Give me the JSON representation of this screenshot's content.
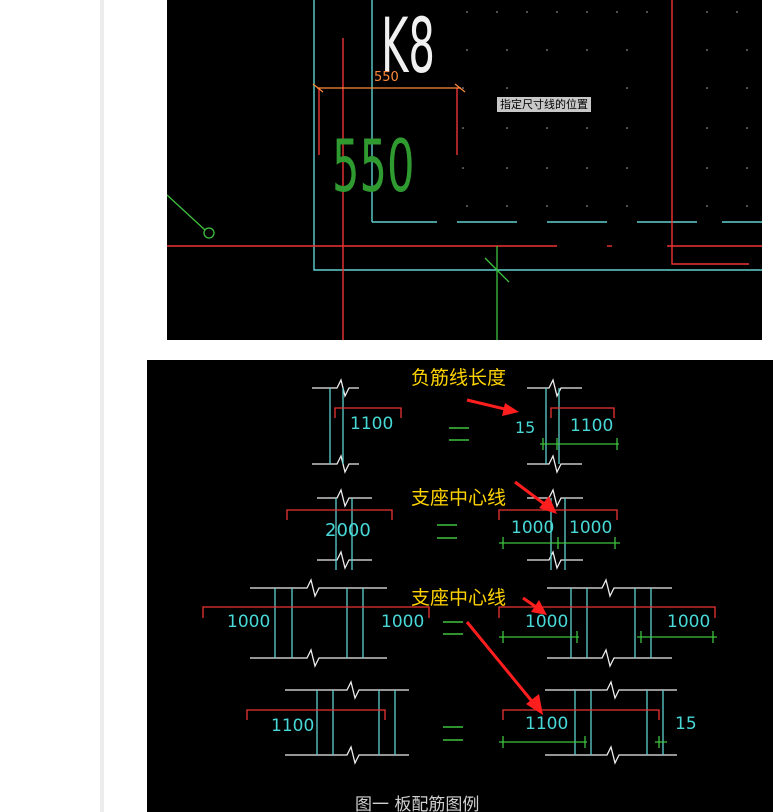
{
  "top_drawing": {
    "title": "K8",
    "dim_small": "550",
    "dim_large": "550",
    "tooltip": "指定尺寸线的位置"
  },
  "legend_drawing": {
    "annotations": [
      "负筋线长度",
      "支座中心线",
      "支座中心线"
    ],
    "labels": {
      "r1_left": "1100",
      "r1_right_a": "15",
      "r1_right_b": "1100",
      "r2_left": "2000",
      "r2_right_a": "1000",
      "r2_right_b": "1000",
      "r3_left_a": "1000",
      "r3_left_b": "1000",
      "r3_right_a": "1000",
      "r3_right_b": "1000",
      "r4_left": "1100",
      "r4_right_a": "1100",
      "r4_right_b": "15"
    },
    "caption": "图一 板配筋图例"
  }
}
